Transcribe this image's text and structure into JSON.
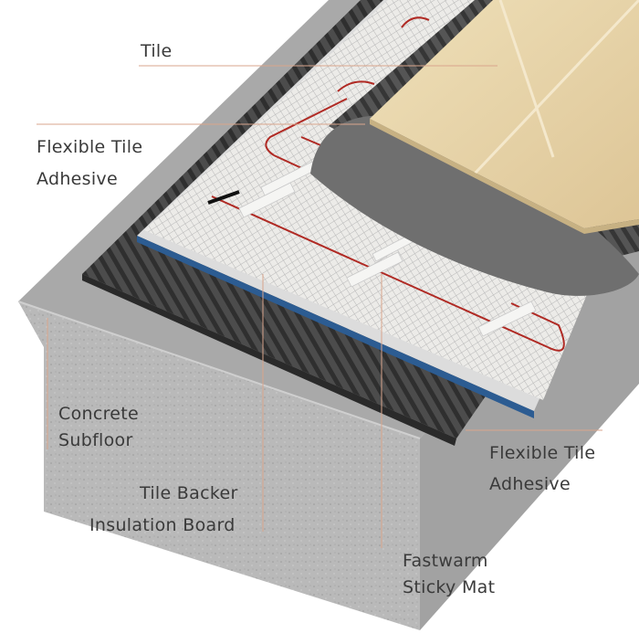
{
  "labels": {
    "tile": "Tile",
    "adhesive_top_line1": "Flexible Tile",
    "adhesive_top_line2": "Adhesive",
    "concrete_line1": "Concrete",
    "concrete_line2": "Subfloor",
    "backer_line1": "Tile Backer",
    "backer_line2": "Insulation Board",
    "adhesive_right_line1": "Flexible Tile",
    "adhesive_right_line2": "Adhesive",
    "mat_line1": "Fastwarm",
    "mat_line2": "Sticky Mat"
  },
  "colors": {
    "leader": "#d9a58c",
    "label_text": "#3a3a3a",
    "concrete_top": "#a8a8a8",
    "concrete_front": "#c2c2c2",
    "concrete_side": "#b5b5b5",
    "adhesive": "#4a4a4a",
    "board_blue": "#2c5c92",
    "mat_white": "#eceae6",
    "heating_cable": "#b02a24",
    "tile": "#e8d4a8",
    "tile_grout": "#f3e6c6",
    "flexible_adhesive_layer": "#6e6e6e"
  }
}
